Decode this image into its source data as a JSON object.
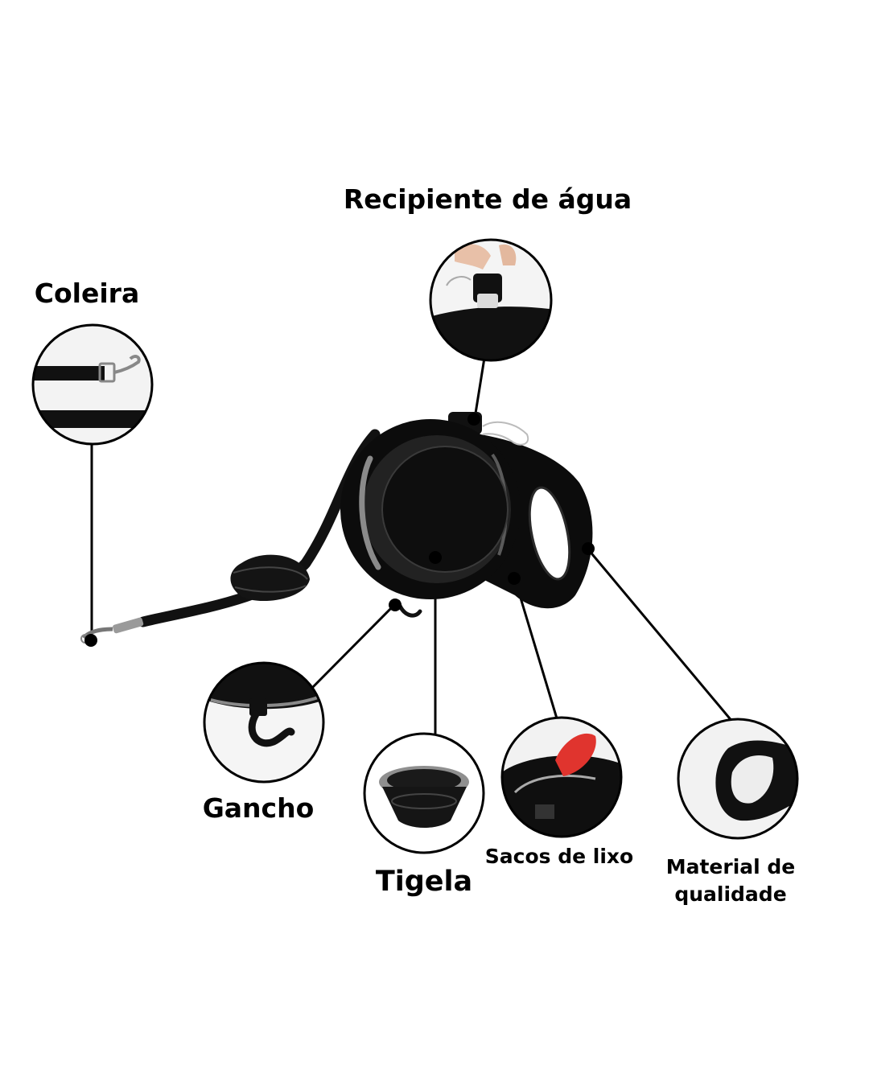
{
  "labels": {
    "recipiente": "Recipiente de água",
    "coleira": "Coleira",
    "gancho": "Gancho",
    "tigela": "Tigela",
    "sacos": "Sacos de lixo",
    "material_line1": "Material de",
    "material_line2": "qualidade"
  },
  "colors": {
    "product": "#0c0c0c",
    "accent_gray": "#8a8a8a",
    "bag_red": "#e0342e",
    "line": "#000000"
  }
}
